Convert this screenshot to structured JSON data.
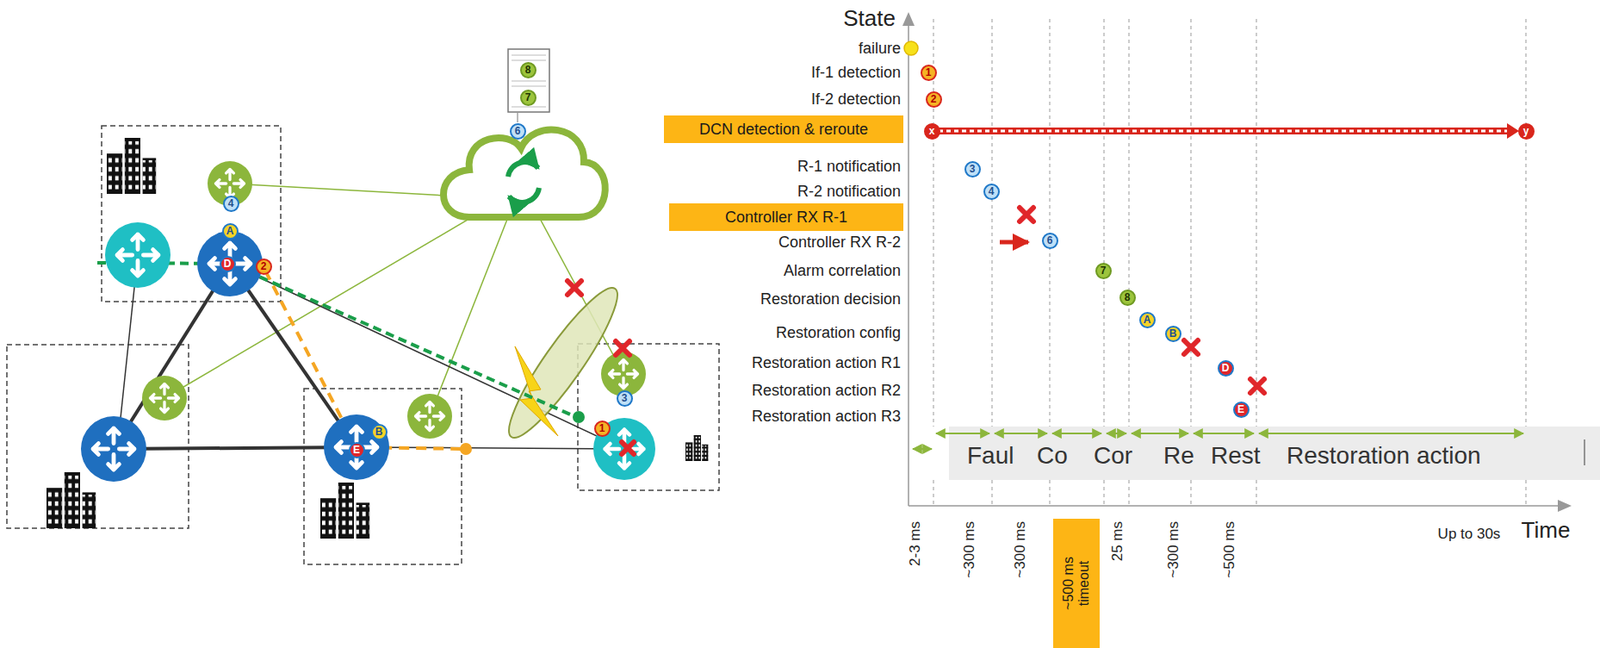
{
  "diagram": {
    "nodes": [
      {
        "text": [
          "DCN detection & reroute"
        ]
      },
      {
        "text": [
          "Controller RX R-1"
        ]
      },
      {
        "text": [
          "~500 ms timeout"
        ]
      },
      {
        "text": [
          "Faul",
          "Co",
          "Cor",
          "Re",
          "Rest",
          "Restoration action"
        ]
      }
    ],
    "labels": [
      "State",
      "failure",
      "If-1 detection",
      "If-2 detection",
      "R-1 notification",
      "R-2 notification",
      "Controller RX R-2",
      "Alarm correlation",
      "Restoration decision",
      "Restoration config",
      "Restoration action R1",
      "Restoration action R2",
      "Restoration action R3",
      "Time",
      "Up to 30s",
      "2-3 ms",
      "~300 ms",
      "~300 ms",
      "25 ms",
      "~300 ms",
      "~500 ms",
      "1",
      "2",
      "x",
      "y",
      "3",
      "4",
      "6",
      "7",
      "8",
      "A",
      "B",
      "D",
      "E",
      "8",
      "7",
      "6",
      "4",
      "A",
      "D",
      "2",
      "B",
      "E",
      "3",
      "1"
    ]
  }
}
